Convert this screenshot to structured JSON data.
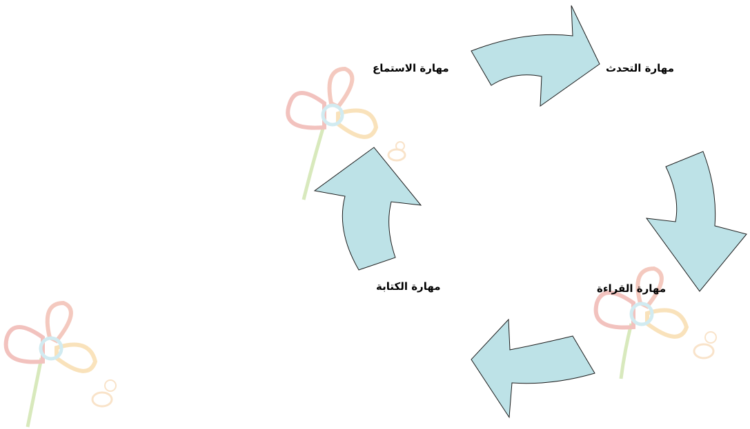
{
  "diagram": {
    "labels": {
      "speaking": "مهارة التحدث",
      "listening": "مهارة الاستماع",
      "reading": "مهارة القراءة",
      "writing": "مهارة الكتابة"
    },
    "colors": {
      "arrow_fill": "#bde2e7",
      "arrow_stroke": "#1a1a1a",
      "flower_red": "#e47a70",
      "flower_orange": "#f3c06a",
      "flower_center": "#9ad3e2",
      "stem_green": "#a9cf6d",
      "bee": "#f2c28a"
    }
  }
}
